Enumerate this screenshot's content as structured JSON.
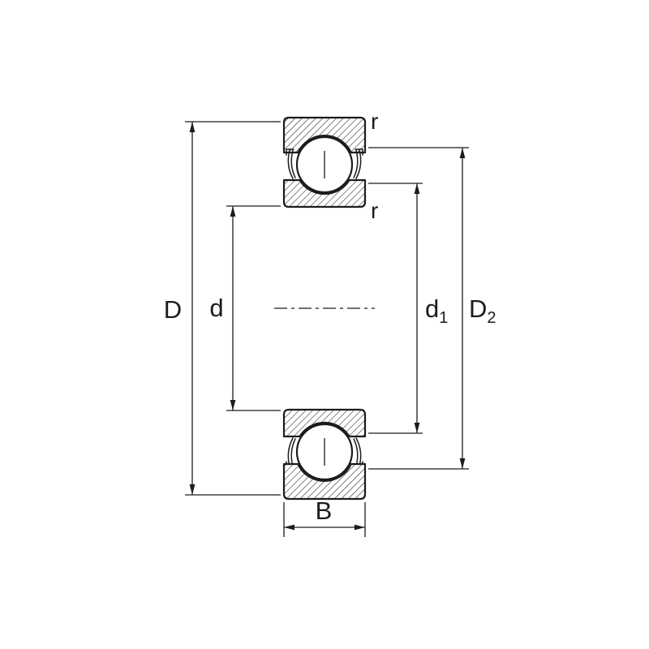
{
  "page": {
    "background": "#ffffff"
  },
  "diagram": {
    "name": "deep-groove-ball-bearing-cross-section",
    "line_color": "#1c1c1c",
    "centerline_style": "dash-dot",
    "labels": {
      "D": "D",
      "d": "d",
      "d1_base": "d",
      "d1_subscript": "1",
      "D2_base": "D",
      "D2_subscript": "2",
      "B": "B",
      "r_outer": "r",
      "r_inner": "r"
    }
  }
}
